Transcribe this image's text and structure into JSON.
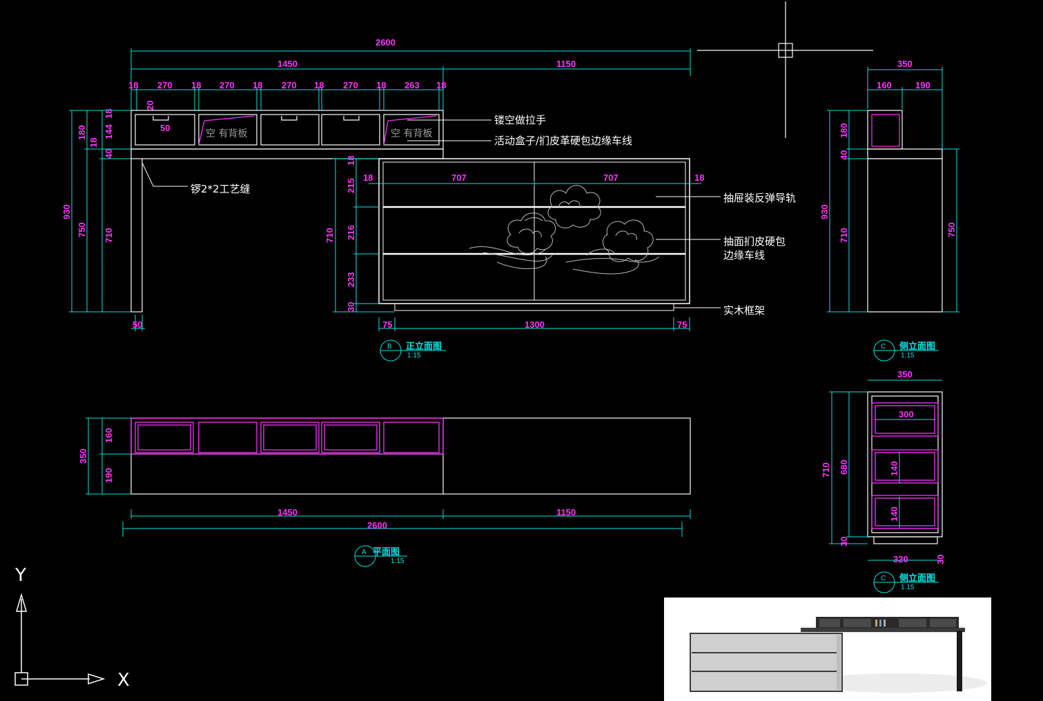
{
  "front_elevation": {
    "overall_width": "2600",
    "segments_top": [
      "1450",
      "1150"
    ],
    "shelf_dims": [
      "18",
      "270",
      "18",
      "270",
      "18",
      "270",
      "18",
      "270",
      "18",
      "263",
      "18"
    ],
    "left_heights": [
      "930",
      "750",
      "710"
    ],
    "shelf_heights": [
      "180",
      "144",
      "18",
      "18",
      "40"
    ],
    "hole_dims": [
      "20",
      "50"
    ],
    "leg_width": "50",
    "ghost_text_1": "空 有背板",
    "ghost_text_2": "空 有背板"
  },
  "drawer_elevation": {
    "half_widths": [
      "707",
      "707"
    ],
    "side_gaps": [
      "18",
      "18"
    ],
    "drawer_heights": [
      "18",
      "215",
      "216",
      "233",
      "30"
    ],
    "overall_height": "710",
    "bottom_dims": [
      "75",
      "1300",
      "75"
    ]
  },
  "annotations": {
    "hollow_handle": "镂空做拉手",
    "movable_box": "活动盒子/扪皮革硬包边缘车线",
    "craft_seam": "锣2*2工艺缝",
    "rebound_rail": "抽屉装反弹导轨",
    "drawer_face_line1": "抽面扪皮硬包",
    "drawer_face_line2": "边缘车线",
    "wood_frame": "实木框架"
  },
  "titles": {
    "front": {
      "marker": "B",
      "name": "正立面图",
      "scale": "1:15"
    },
    "side_top": {
      "marker": "C",
      "name": "侧立面图",
      "scale": "1:15"
    },
    "plan": {
      "marker": "A",
      "name": "平面图",
      "scale": "1:15"
    },
    "side_bottom": {
      "marker": "C",
      "name": "侧立面图",
      "scale": "1:15"
    }
  },
  "side_elevation": {
    "width": "350",
    "top_parts": [
      "160",
      "190"
    ],
    "heights": [
      "930",
      "180",
      "40",
      "710"
    ],
    "right_height": "750"
  },
  "plan_view": {
    "depth": "350",
    "depth_parts": [
      "160",
      "190"
    ],
    "segments": [
      "1450",
      "1150"
    ],
    "overall": "2600"
  },
  "side_section": {
    "width": "350",
    "inner_width": "300",
    "heights": [
      "710",
      "680",
      "30"
    ],
    "inner_heights": [
      "140",
      "140"
    ],
    "bottom_dims": [
      "320",
      "30"
    ]
  },
  "axes": {
    "y": "Y",
    "x": "X"
  },
  "colors": {
    "background": "#000000",
    "lines": "#ffffff",
    "dimensions": "#ff33ff",
    "dim_lines": "#00e6e6",
    "titles": "#00e6e6"
  }
}
